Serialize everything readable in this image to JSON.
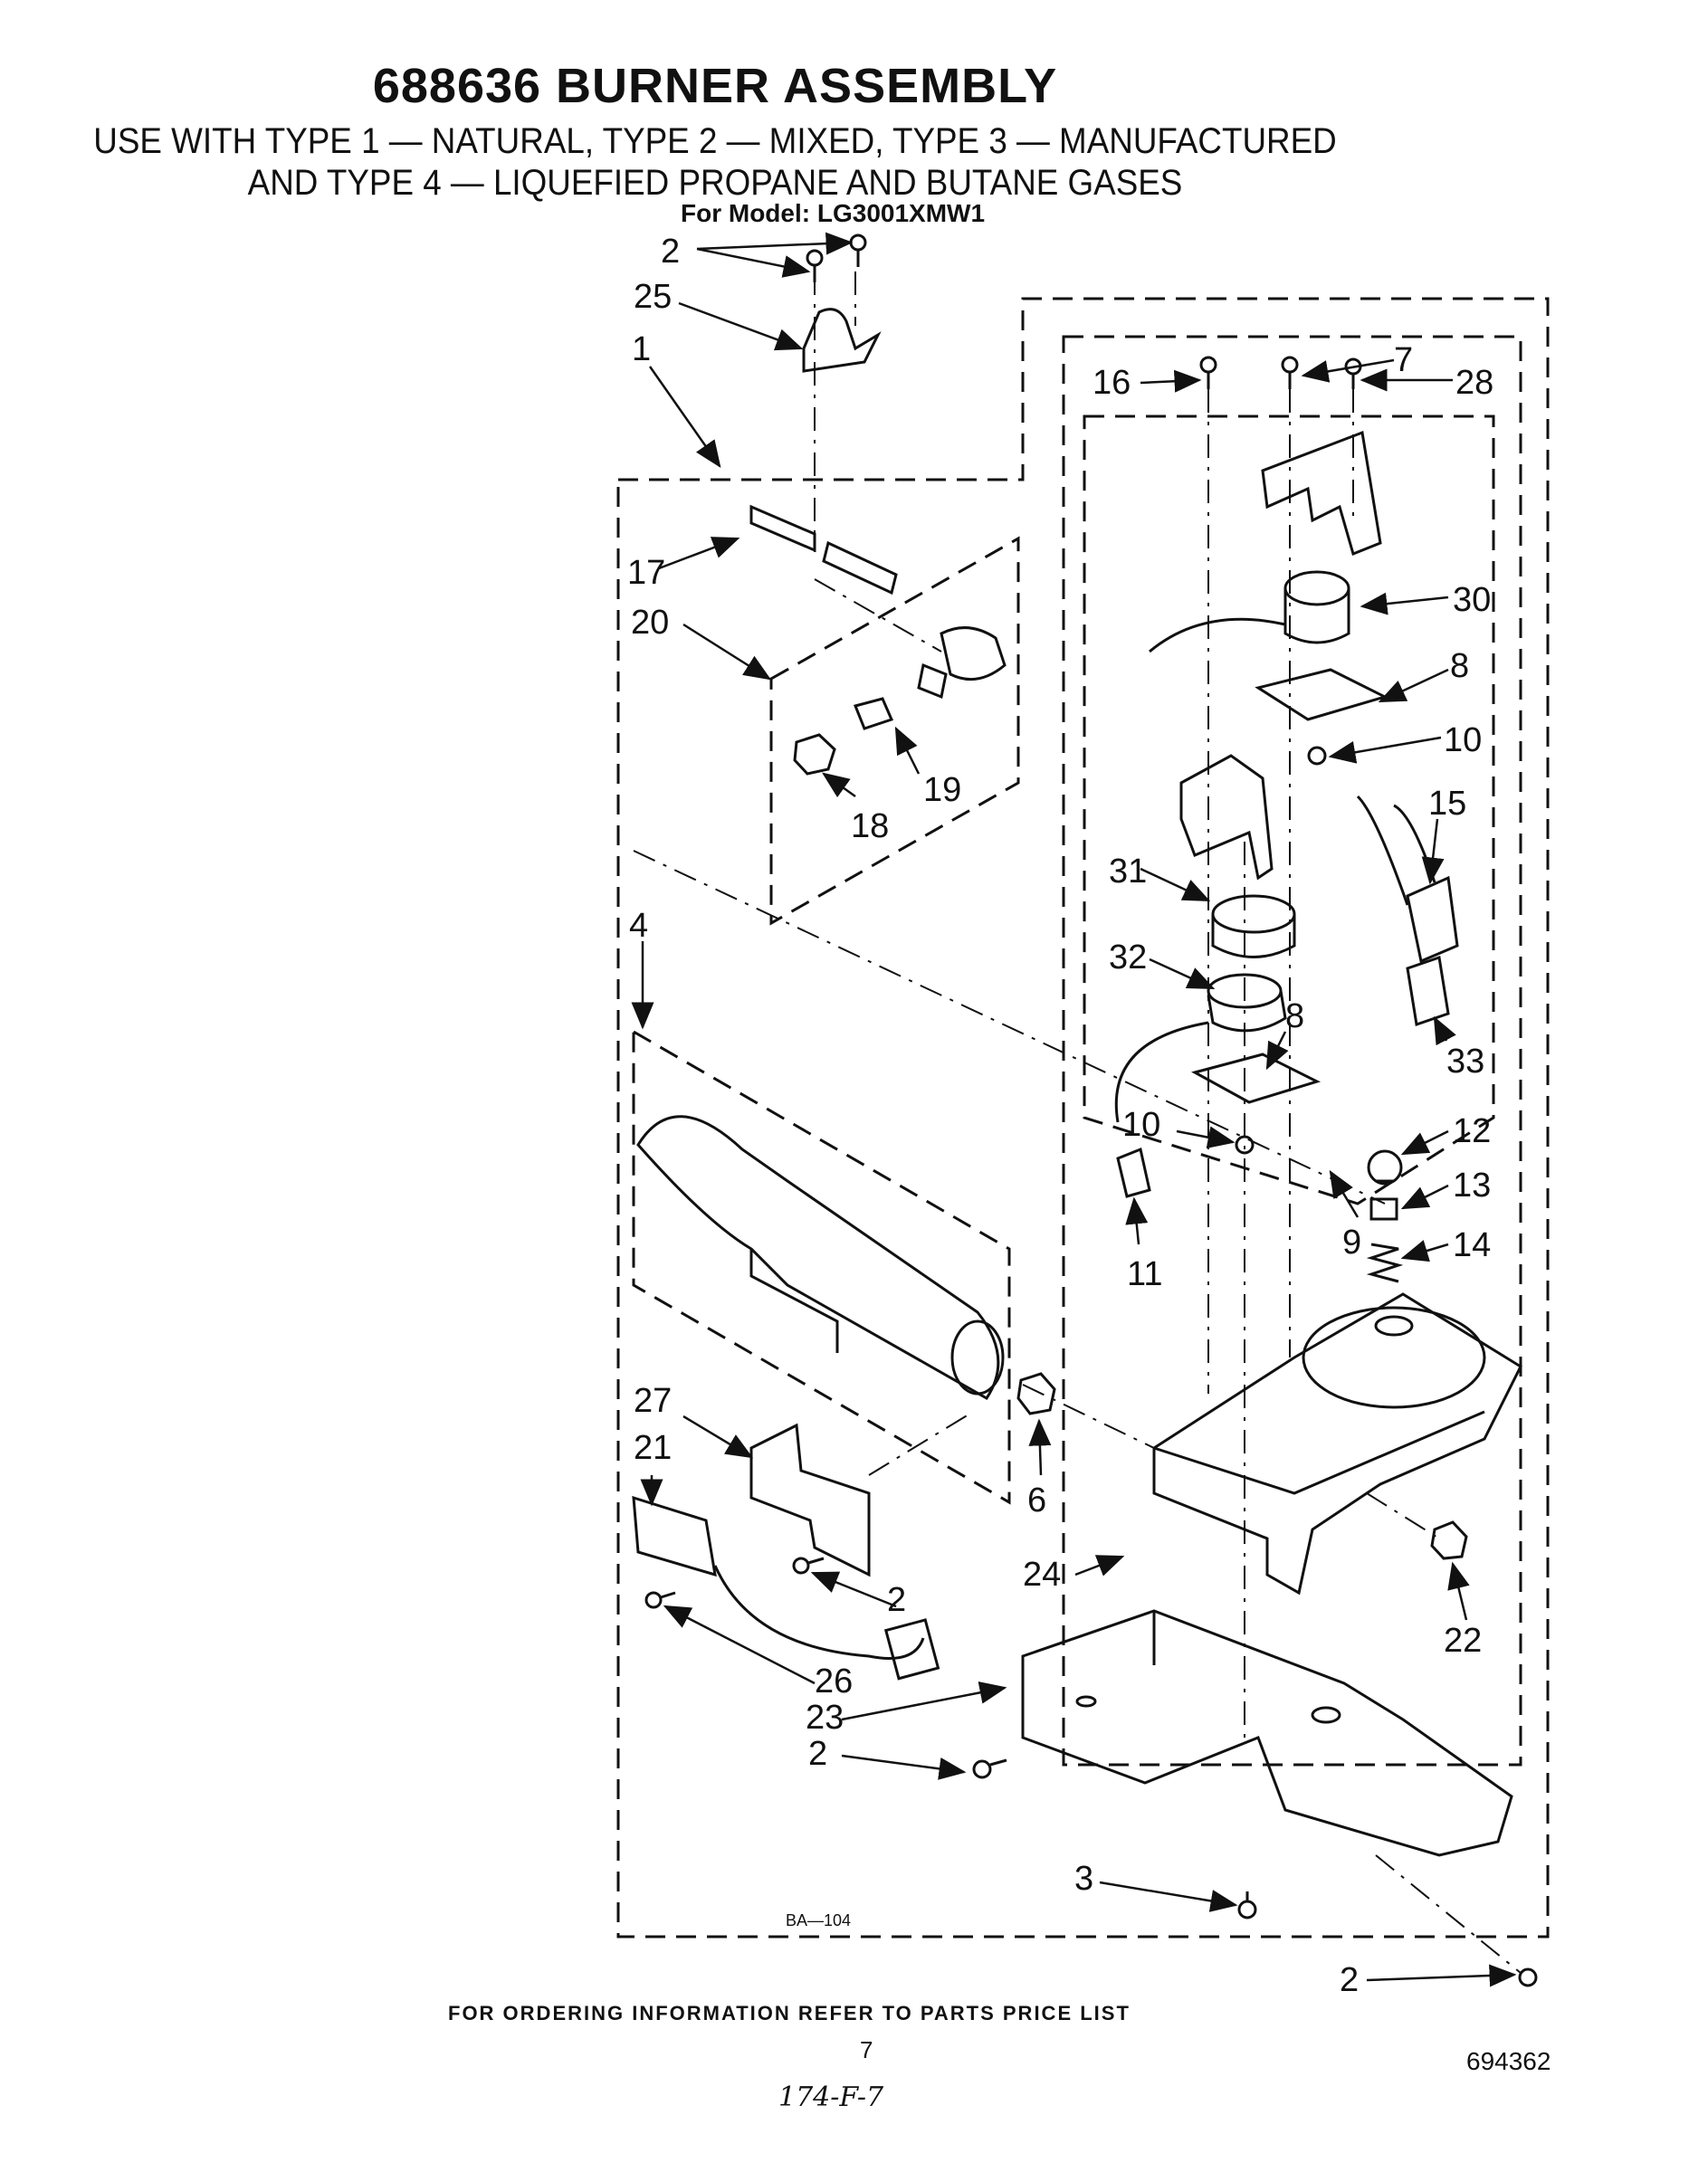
{
  "header": {
    "title": "688636 BURNER ASSEMBLY",
    "subtitle_line1": "USE WITH TYPE 1 — NATURAL, TYPE 2 — MIXED, TYPE 3 — MANUFACTURED",
    "subtitle_line2": "AND TYPE 4 — LIQUEFIED PROPANE AND BUTANE GASES",
    "model": "For Model: LG3001XMW1"
  },
  "callouts": [
    "2",
    "25",
    "1",
    "16",
    "7",
    "28",
    "17",
    "20",
    "30",
    "8",
    "10",
    "15",
    "19",
    "18",
    "31",
    "4",
    "32",
    "8",
    "33",
    "10",
    "12",
    "13",
    "9",
    "14",
    "11",
    "27",
    "21",
    "6",
    "2",
    "24",
    "22",
    "26",
    "23",
    "2",
    "3",
    "2"
  ],
  "diagram_code": "BA—104",
  "footer": {
    "ordering": "FOR ORDERING INFORMATION REFER TO PARTS PRICE LIST",
    "page_number": "7",
    "handwritten": "174-F-7",
    "doc_number": "694362"
  }
}
